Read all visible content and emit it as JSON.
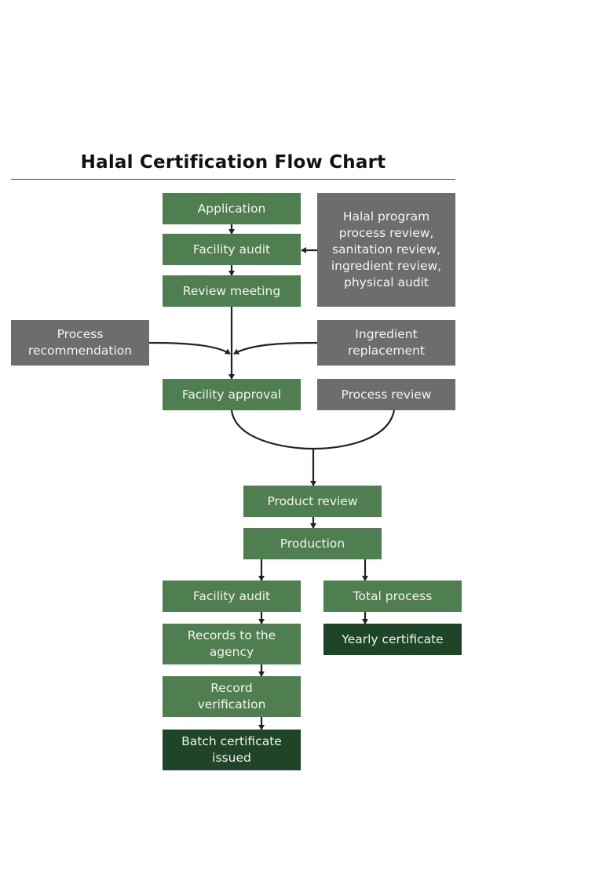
{
  "title": "Halal Certification Flow Chart",
  "colors": {
    "step": "#4f7f50",
    "input": "#6d6d70",
    "certificate": "#1e4527",
    "text": "#f4f4f0",
    "arrow": "#222222"
  },
  "nodes": {
    "application": "Application",
    "facility_audit_1": "Facility audit",
    "review_meeting": "Review meeting",
    "halal_program": "Halal program process review, sanitation review, ingredient review, physical audit",
    "process_recommendation": "Process recommendation",
    "ingredient_replacement": "Ingredient replacement",
    "facility_approval": "Facility approval",
    "process_review": "Process review",
    "product_review": "Product review",
    "production": "Production",
    "facility_audit_2": "Facility audit",
    "total_process": "Total process",
    "records_to_agency": "Records to the agency",
    "yearly_certificate": "Yearly certificate",
    "record_verification": "Record verification",
    "batch_certificate": "Batch certificate issued"
  },
  "edges": [
    [
      "application",
      "facility_audit_1"
    ],
    [
      "halal_program",
      "facility_audit_1"
    ],
    [
      "facility_audit_1",
      "review_meeting"
    ],
    [
      "review_meeting",
      "facility_approval"
    ],
    [
      "process_recommendation",
      "facility_approval"
    ],
    [
      "ingredient_replacement",
      "facility_approval"
    ],
    [
      "facility_approval",
      "product_review"
    ],
    [
      "process_review",
      "product_review"
    ],
    [
      "product_review",
      "production"
    ],
    [
      "production",
      "facility_audit_2"
    ],
    [
      "production",
      "total_process"
    ],
    [
      "facility_audit_2",
      "records_to_agency"
    ],
    [
      "records_to_agency",
      "record_verification"
    ],
    [
      "record_verification",
      "batch_certificate"
    ],
    [
      "total_process",
      "yearly_certificate"
    ]
  ]
}
